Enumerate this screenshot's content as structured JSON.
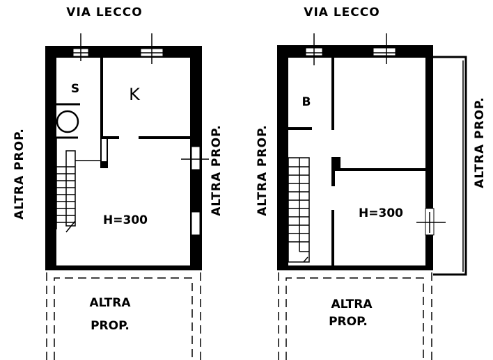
{
  "street_label": "VIA LECCO",
  "neighbor_label": "ALTRA PROP.",
  "neighbor_label_line1": "ALTRA",
  "neighbor_label_line2": "PROP.",
  "left_plan": {
    "rooms": {
      "bath": "S",
      "kitchen": "K"
    },
    "height": "H=300"
  },
  "right_plan": {
    "rooms": {
      "bath": "B"
    },
    "height": "H=300"
  }
}
